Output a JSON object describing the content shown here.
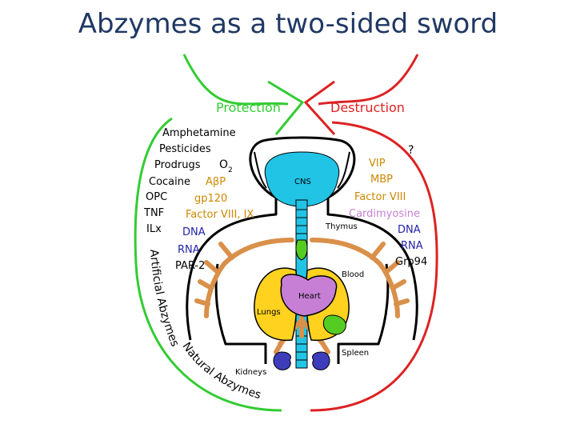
{
  "title": "Abzymes as a two-sided sword",
  "colors": {
    "title": "#1f3864",
    "protection": "#33cc33",
    "destruction": "#dd2222",
    "left_black": "#000000",
    "left_accent": "#2222aa",
    "right_accent": "#cc8800",
    "right_blue": "#2222aa",
    "nerve": "#d9904a",
    "cns": "#22c4e6",
    "lungs": "#ffd21f",
    "heart": "#c77fd6",
    "spleen": "#55cc22",
    "kidney": "#3d3dbb"
  },
  "arrows": {
    "protection_label": "Protection",
    "destruction_label": "Destruction",
    "question_mark": "?"
  },
  "left_list": [
    {
      "text": "Amphetamine",
      "color": "#000000"
    },
    {
      "text": "Pesticides",
      "color": "#000000"
    },
    {
      "text": "Prodrugs",
      "color": "#000000"
    },
    {
      "text": "Cocaine",
      "color": "#000000"
    },
    {
      "text": "OPC",
      "color": "#000000"
    },
    {
      "text": "TNF",
      "color": "#000000"
    },
    {
      "text": "ILx",
      "color": "#000000"
    }
  ],
  "oxygen": {
    "base": "O",
    "sub": "2"
  },
  "left_inner_list": [
    {
      "text": "AβP",
      "color": "#cc8800"
    },
    {
      "text": "gp120",
      "color": "#cc8800"
    },
    {
      "text": "Factor VIII, IX",
      "color": "#cc8800"
    },
    {
      "text": "DNA",
      "color": "#2222aa"
    },
    {
      "text": "RNA",
      "color": "#2222aa"
    },
    {
      "text": "PAR-2",
      "color": "#000000"
    }
  ],
  "right_list": [
    {
      "text": "VIP",
      "color": "#cc8800"
    },
    {
      "text": "MBP",
      "color": "#cc8800"
    },
    {
      "text": "Factor VIII",
      "color": "#cc8800"
    },
    {
      "text": "Cardimyosine",
      "color": "#c77fd6"
    },
    {
      "text": "DNA",
      "color": "#2222aa"
    },
    {
      "text": "RNA",
      "color": "#2222aa"
    },
    {
      "text": "Grp94",
      "color": "#000000"
    }
  ],
  "organs": {
    "cns": "CNS",
    "thymus": "Thymus",
    "blood": "Blood",
    "heart": "Heart",
    "lungs": "Lungs",
    "spleen": "Spleen",
    "kidneys": "Kidneys"
  },
  "curved_labels": {
    "artificial": "Artificial Abzymes",
    "natural": "Natural Abzymes"
  }
}
